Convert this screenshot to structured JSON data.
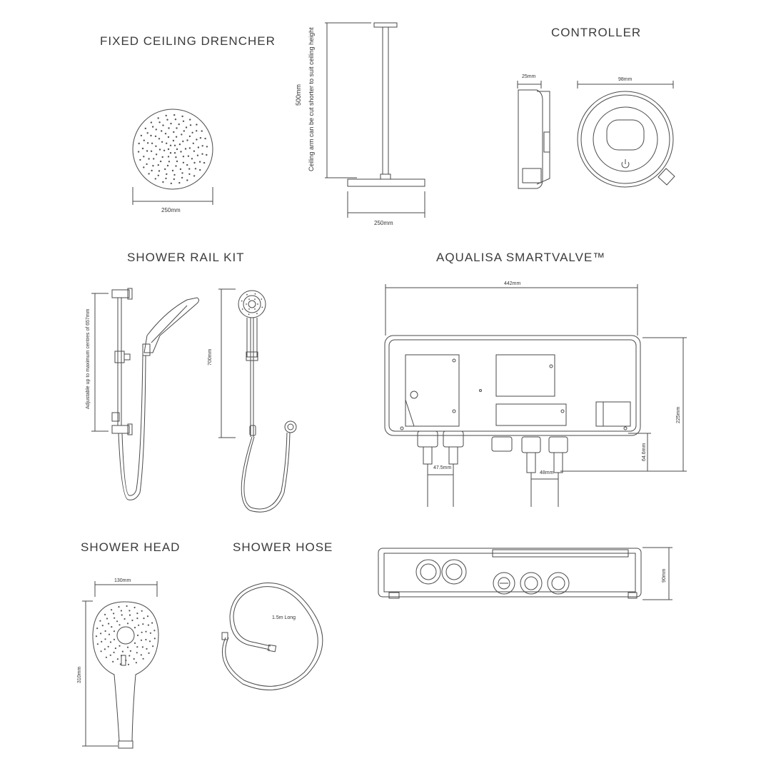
{
  "sections": {
    "drencher": {
      "title": "FIXED CEILING DRENCHER",
      "head_width": "250mm",
      "arm_height": "500mm",
      "arm_note": "Ceiling arm can be cut shorter to suit ceiling height",
      "plate_width": "250mm"
    },
    "controller": {
      "title": "CONTROLLER",
      "depth": "25mm",
      "diameter": "98mm"
    },
    "rail_kit": {
      "title": "SHOWER RAIL KIT",
      "rail_note": "Adjustable up to maximum centres of 657mm",
      "height": "700mm"
    },
    "smartvalve": {
      "title": "AQUALISA SMARTVALVE™",
      "width": "442mm",
      "height": "225mm",
      "outlet_height": "64.6mm",
      "inlet_spacing": "47.5mm",
      "outlet_spacing": "48mm",
      "depth": "90mm"
    },
    "shower_head": {
      "title": "SHOWER HEAD",
      "width": "130mm",
      "length": "310mm"
    },
    "shower_hose": {
      "title": "SHOWER HOSE",
      "length": "1.5m Long"
    }
  }
}
